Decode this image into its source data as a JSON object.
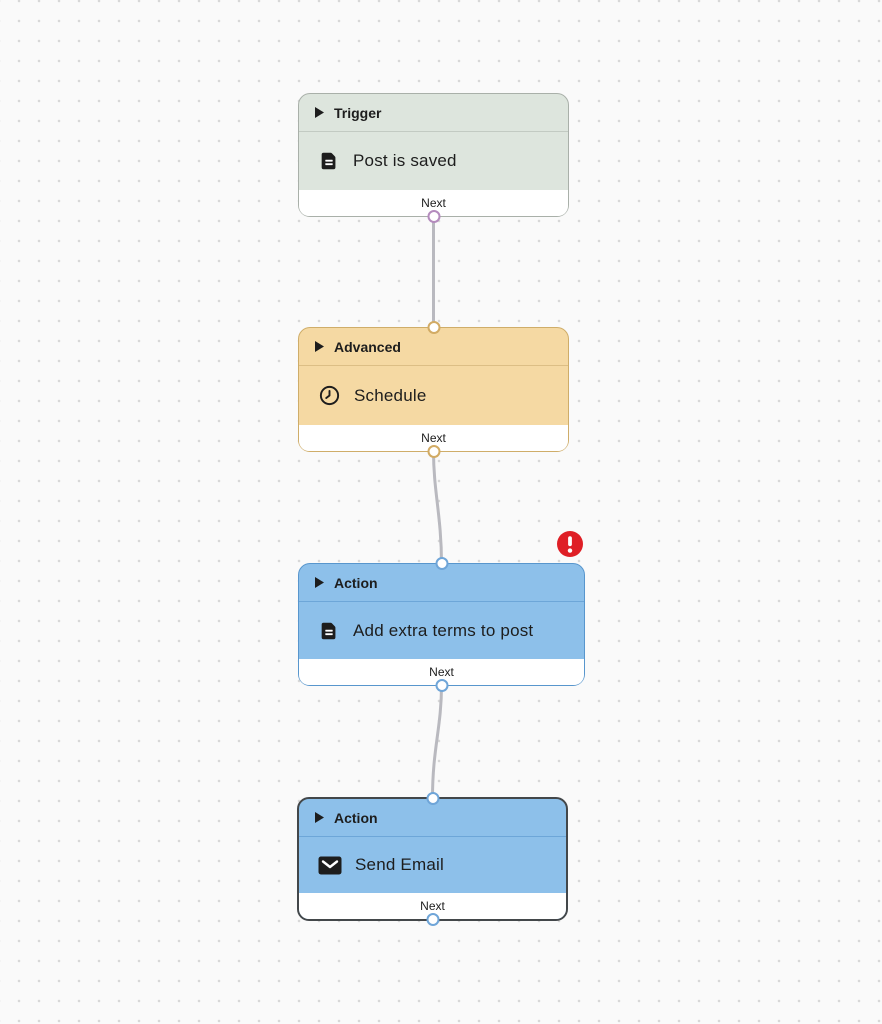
{
  "canvas": {
    "background_color": "#fafafa",
    "dot_color": "#d8d8d8",
    "connector_color": "#b9b9bf"
  },
  "nodes": [
    {
      "category": "Trigger",
      "title": "Post is saved",
      "footer_label": "Next",
      "header_icon": "play-icon",
      "body_icon": "post-icon",
      "fill": "#dde5dd",
      "border": "#a9b0a9",
      "port_color": "#b48bbd",
      "has_input_port": false,
      "has_error": false,
      "selected": false
    },
    {
      "category": "Advanced",
      "title": "Schedule",
      "footer_label": "Next",
      "header_icon": "play-icon",
      "body_icon": "clock-icon",
      "fill": "#f5d9a3",
      "border": "#cfad69",
      "port_color": "#d2ab64",
      "has_input_port": true,
      "has_error": false,
      "selected": false
    },
    {
      "category": "Action",
      "title": "Add extra terms to post",
      "footer_label": "Next",
      "header_icon": "play-icon",
      "body_icon": "post-icon",
      "fill": "#8dc0ea",
      "border": "#5896cd",
      "port_color": "#6fa5d8",
      "has_input_port": true,
      "has_error": true,
      "selected": false
    },
    {
      "category": "Action",
      "title": "Send Email",
      "footer_label": "Next",
      "header_icon": "play-icon",
      "body_icon": "mail-icon",
      "fill": "#8dc0ea",
      "border": "#43474a",
      "port_color": "#6fa5d8",
      "has_input_port": true,
      "has_error": false,
      "selected": true
    }
  ],
  "error_badge": {
    "icon": "exclamation-icon",
    "color": "#df1f26"
  },
  "connections": [
    {
      "from": "Post is saved",
      "to": "Schedule",
      "shape": "straight"
    },
    {
      "from": "Schedule",
      "to": "Add extra terms to post",
      "shape": "curved"
    },
    {
      "from": "Add extra terms to post",
      "to": "Send Email",
      "shape": "curved"
    }
  ]
}
